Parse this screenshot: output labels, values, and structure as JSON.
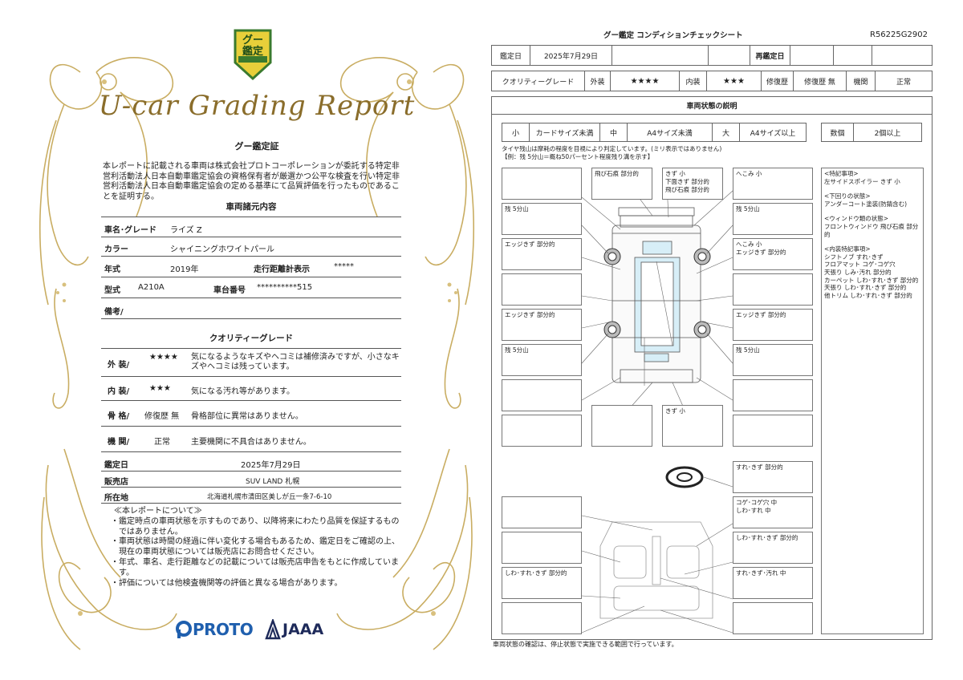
{
  "left": {
    "badge_text": "グー\n鑑定",
    "script_title": "U-car Grading Report",
    "cert_title": "グー鑑定証",
    "cert_body": "本レポートに記載される車両は株式会社プロトコーポレーションが委託する特定非営利活動法人日本自動車鑑定協会の資格保有者が厳選かつ公平な検査を行い特定非営利活動法人日本自動車鑑定協会の定める基準にて品質評価を行ったものであることを証明する。",
    "spec_title": "車両諸元内容",
    "model_label": "車名･グレード",
    "model_value": "ライズ Z",
    "color_label": "カラー",
    "color_value": "シャイニングホワイトパール",
    "year_label": "年式",
    "year_value": "2019年",
    "mileage_label": "走行距離計表示",
    "mileage_value": "*****",
    "type_label": "型式",
    "type_value": "A210A",
    "chassis_label": "車台番号",
    "chassis_value": "**********515",
    "remarks_label": "備考/",
    "quality_title": "クオリティーグレード",
    "ext_label": "外 装/",
    "ext_stars": "★★★★",
    "ext_text": "気になるようなキズやヘコミは補修済みですが、小さなキズやヘコミは残っています。",
    "int_label": "内 装/",
    "int_stars": "★★★",
    "int_text": "気になる汚れ等があります。",
    "frame_label": "骨 格/",
    "frame_value": "修復歴 無",
    "frame_text": "骨格部位に異常はありません。",
    "engine_label": "機 関/",
    "engine_value": "正常",
    "engine_text": "主要機関に不具合はありません。",
    "date_label": "鑑定日",
    "date_value": "2025年7月29日",
    "shop_label": "販売店",
    "shop_value": "SUV LAND 札幌",
    "addr_label": "所在地",
    "addr_value": "北海道札幌市清田区美しが丘一条7-6-10",
    "notes_title": "≪本レポートについて≫",
    "notes": [
      "・鑑定時点の車両状態を示すものであり、以降将来にわたり品質を保証するものではありません。",
      "・車両状態は時間の経過に伴い変化する場合もあるため、鑑定日をご確認の上、現在の車両状態については販売店にお問合せください。",
      "・年式、車名、走行距離などの記載については販売店申告をもとに作成しています。",
      "・評価については他検査機関等の評価と異なる場合があります。"
    ],
    "logo_proto": "PROTO",
    "logo_jaaa": "JAAA",
    "colors": {
      "gold": "#b89b4a",
      "proto_blue": "#1f5fae",
      "jaaa_navy": "#1e2a5a"
    }
  },
  "right": {
    "sheet_title": "グー鑑定 コンディションチェックシート",
    "sheet_id": "R56225G2902",
    "date_label": "鑑定日",
    "date_value": "2025年7月29日",
    "redate_label": "再鑑定日",
    "qg_label": "クオリティーグレード",
    "ext_label": "外装",
    "ext_stars": "★★★★",
    "int_label": "内装",
    "int_stars": "★★★",
    "repair_label": "修復歴",
    "repair_value": "修復歴 無",
    "engine_label": "機関",
    "engine_value": "正常",
    "state_title": "車両状態の説明",
    "legend": [
      "小",
      "カードサイズ未満",
      "中",
      "A4サイズ未満",
      "大",
      "A4サイズ以上"
    ],
    "count_label": "数個",
    "count_value": "2個以上",
    "tire_note1": "タイヤ残山は摩耗の程度を目視により判定しています。(ミリ表示ではありません)",
    "tire_note2": "【例：残 5分山＝概ね50パーセント程度残り溝を示す】",
    "boxes": {
      "b_top2": "飛び石痕 部分的",
      "b_top3": "きず 小\n下面きず 部分的\n飛び石痕 部分的",
      "b_top4": "へこみ 小",
      "b_l2": "残 5分山",
      "b_r2": "残 5分山",
      "b_l3": "エッジきず 部分的",
      "b_r3": "へこみ 小\nエッジきず 部分的",
      "b_l5": "エッジきず 部分的",
      "b_r5": "エッジきず 部分的",
      "b_l6": "残 5分山",
      "b_r6": "残 5分山",
      "b_bot3": "きず 小",
      "i_r1": "すれ･きず 部分的",
      "i_r2": "コゲ･コゲ穴 中\nしわ･すれ 中",
      "i_r3": "しわ･すれ･きず 部分的",
      "i_r4": "すれ･きず･汚れ 中",
      "i_l4": "しわ･すれ･きず 部分的"
    },
    "special_title": "<特記事項>",
    "special_text": "左サイドスポイラー きず 小",
    "under_title": "<下回りの状態>",
    "under_text": "アンダーコート塗装(防錆含む)",
    "window_title": "<ウィンドウ類の状態>",
    "window_text": "フロントウィンドウ 飛び石痕 部分的",
    "interior_title": "<内装特記事項>",
    "interior_lines": [
      "シフトノブ すれ･きず",
      "フロアマット コゲ･コゲ穴",
      "天張り しみ･汚れ 部分的",
      "カーペット しわ･すれ･きず 部分的",
      "天張り しわ･すれ･きず 部分的",
      "他トリム しわ･すれ･きず 部分的"
    ],
    "footer": "車両状態の確認は、停止状態で実施できる範囲で行っています。"
  }
}
